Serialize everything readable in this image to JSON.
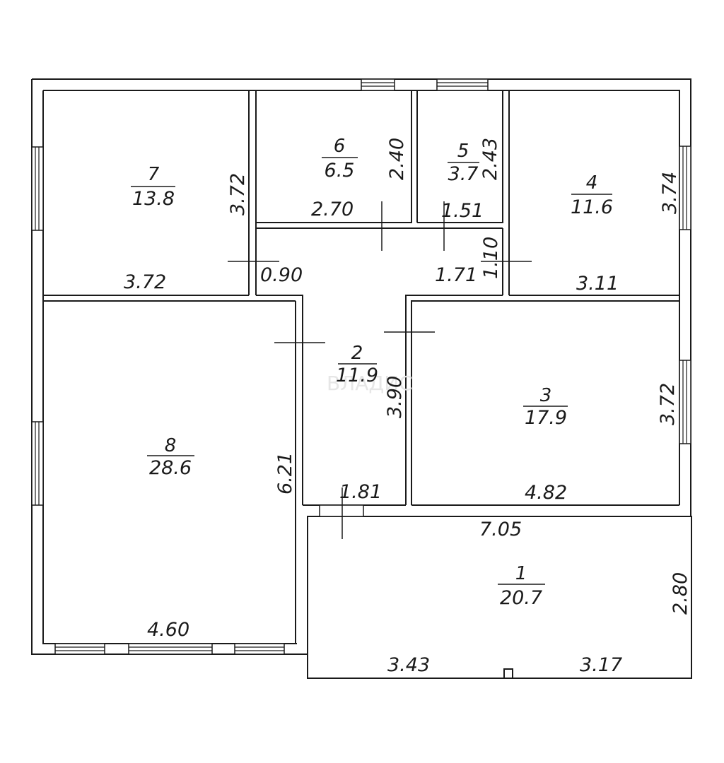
{
  "rooms": [
    {
      "number": "1",
      "area": "20.7"
    },
    {
      "number": "2",
      "area": "11.9"
    },
    {
      "number": "3",
      "area": "17.9"
    },
    {
      "number": "4",
      "area": "11.6"
    },
    {
      "number": "5",
      "area": "3.7"
    },
    {
      "number": "6",
      "area": "6.5"
    },
    {
      "number": "7",
      "area": "13.8"
    },
    {
      "number": "8",
      "area": "28.6"
    }
  ],
  "dimensions": {
    "r7_height": "3.72",
    "r7_width": "3.72",
    "r6_height": "2.40",
    "r6_width": "2.70",
    "r5_height": "2.43",
    "r5_width": "1.51",
    "r4_height": "3.74",
    "r4_width": "3.11",
    "corridor_neck": "0.90",
    "corridor_width": "1.71",
    "corridor_side": "1.10",
    "r2_height": "3.90",
    "r2_width": "1.81",
    "r8_height": "6.21",
    "r8_width": "4.60",
    "r3_height": "3.72",
    "r3_width": "4.82",
    "r1_width_top": "7.05",
    "r1_height": "2.80",
    "r1_width_left": "3.43",
    "r1_width_right": "3.17"
  },
  "watermark": "ВЛАДИС"
}
